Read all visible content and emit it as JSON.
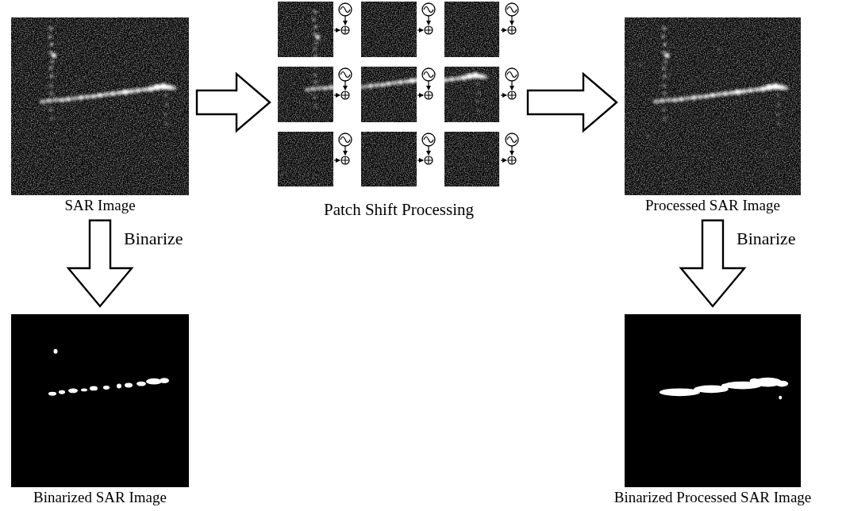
{
  "diagram": {
    "nodes": [
      {
        "text": [
          "SAR Image"
        ]
      },
      {
        "text": [
          "Patch Shift Processing"
        ]
      },
      {
        "text": [
          "Processed SAR Image"
        ]
      },
      {
        "text": [
          "Binarized SAR Image"
        ]
      },
      {
        "text": [
          "Binarized Processed SAR Image"
        ]
      }
    ],
    "edges": [
      {
        "from": 0,
        "to": 1,
        "arrow": "to"
      },
      {
        "from": 1,
        "to": 2,
        "arrow": "to"
      },
      {
        "from": 0,
        "to": 3,
        "label": "Binarize",
        "arrow": "to"
      },
      {
        "from": 2,
        "to": 4,
        "label": "Binarize",
        "arrow": "to"
      }
    ]
  }
}
